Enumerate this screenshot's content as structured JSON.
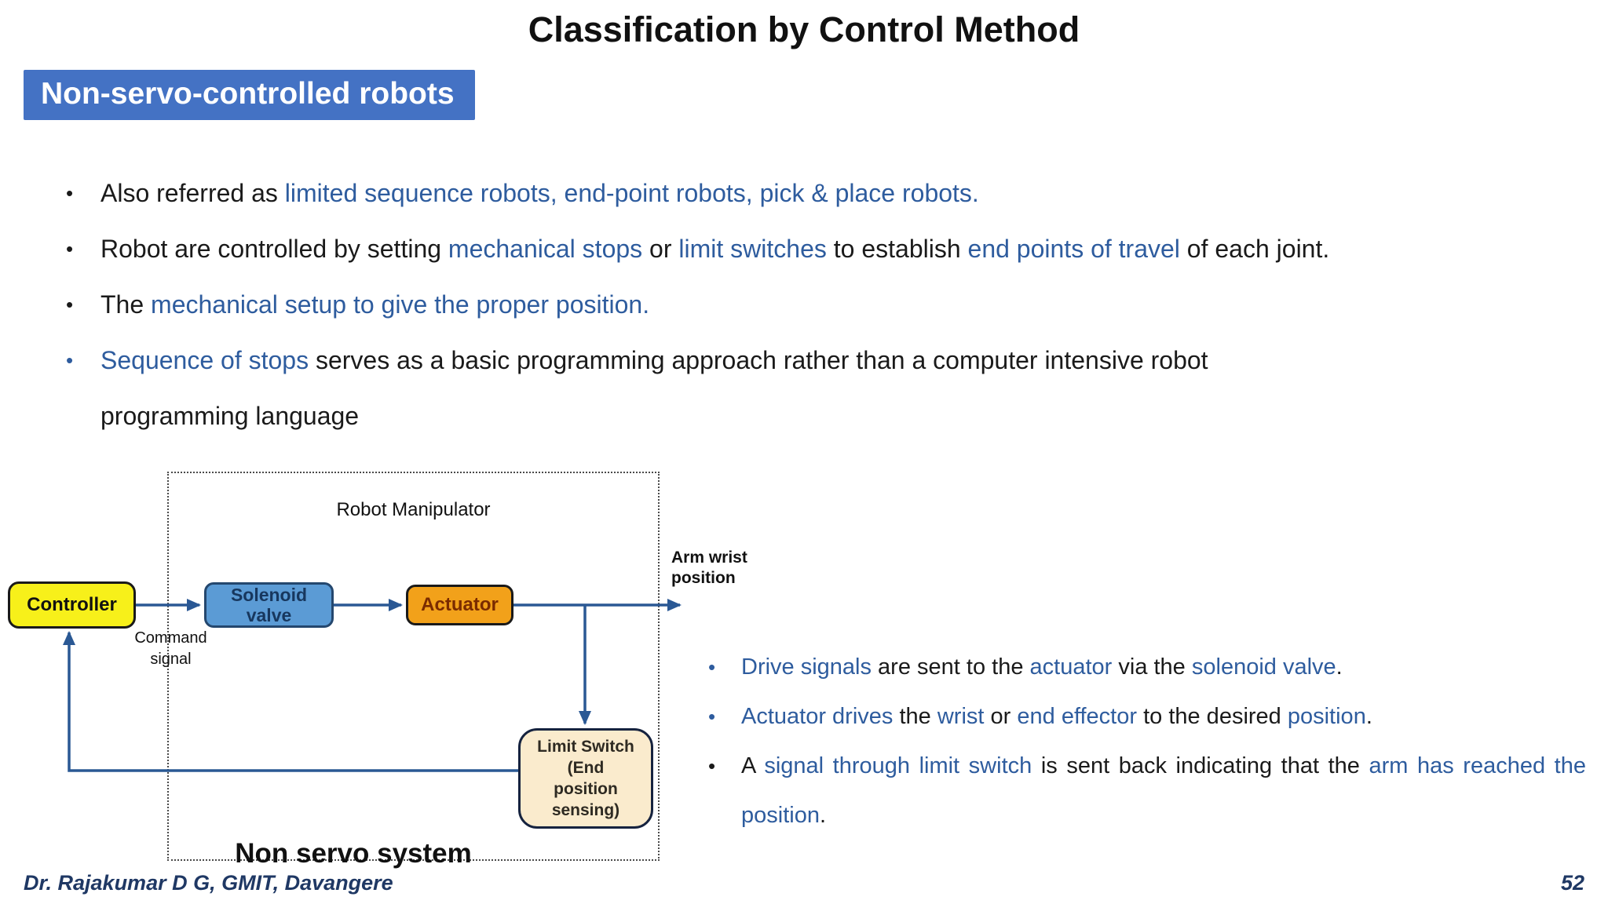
{
  "title": "Classification by Control Method",
  "badge": {
    "label": "Non-servo-controlled robots"
  },
  "colors": {
    "accent_blue": "#2E5C9E",
    "badge_bg": "#4472C4",
    "line_blue": "#2A5894",
    "footer_navy": "#1F3864",
    "controller_fill": "#F7F01A",
    "solenoid_fill": "#5B9BD5",
    "solenoid_text": "#17375E",
    "solenoid_border": "#24476E",
    "actuator_fill": "#F2A11A",
    "actuator_text": "#7A2B00",
    "limit_fill": "#FAEBCD",
    "limit_border": "#16233F",
    "box_border_dark": "#1A1A1A"
  },
  "bullets_left": [
    {
      "dot": "black",
      "segments": {
        "s0": "Also referred as ",
        "s1": "limited sequence robots, end-point robots, pick & place robots."
      }
    },
    {
      "dot": "black",
      "segments": {
        "s0": "Robot are controlled by setting ",
        "s1": "mechanical stops",
        "s2": " or ",
        "s3": "limit switches",
        "s4": " to establish ",
        "s5": "end points of travel",
        "s6": " of each joint."
      }
    },
    {
      "dot": "black",
      "segments": {
        "s0": "The ",
        "s1": "mechanical setup to give the proper position."
      }
    },
    {
      "dot": "blue",
      "segments": {
        "s0": "Sequence of stops",
        "s1": " serves as a basic programming approach rather than a computer intensive robot",
        "s2": "programming language"
      }
    }
  ],
  "bullets_right": [
    {
      "dot": "blue",
      "segments": {
        "s0": "Drive signals",
        "s1": " are sent to the ",
        "s2": "actuator",
        "s3": " via the ",
        "s4": "solenoid valve",
        "s5": "."
      }
    },
    {
      "dot": "blue",
      "segments": {
        "s0": "Actuator drives",
        "s1": " the ",
        "s2": "wrist",
        "s3": " or ",
        "s4": "end effector",
        "s5": " to the desired ",
        "s6": "position",
        "s7": "."
      }
    },
    {
      "dot": "black",
      "segments": {
        "s0": "A ",
        "s1": "signal through limit switch",
        "s2": " is sent back indicating that the ",
        "s3": "arm has reached the position",
        "s4": "."
      }
    }
  ],
  "diagram": {
    "manipulator_label": "Robot Manipulator",
    "controller_label": "Controller",
    "solenoid_label": "Solenoid valve",
    "actuator_label": "Actuator",
    "limit_switch_lines": {
      "l0": "Limit Switch",
      "l1": "(End",
      "l2": "position",
      "l3": "sensing)"
    },
    "command_signal_label": "Command signal",
    "arm_wrist_label": "Arm wrist position",
    "caption": "Non servo system"
  },
  "footer": {
    "author": "Dr. Rajakumar D G, GMIT, Davangere",
    "page": "52"
  }
}
